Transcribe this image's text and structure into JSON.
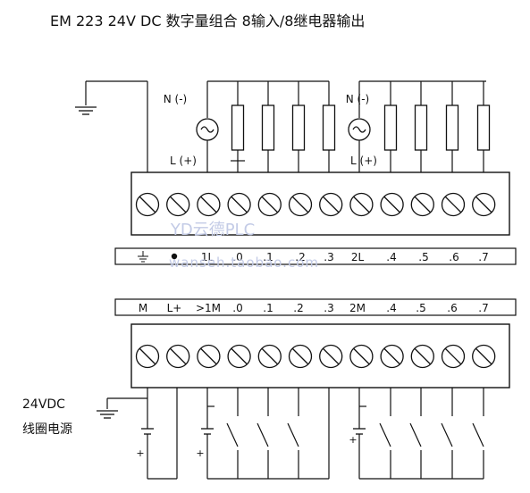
{
  "title": "EM 223 24V DC 数字量组合 8输入/8继电器输出",
  "watermark": {
    "line1": "YD云德PLC",
    "line2": "wanseh.taobao.com",
    "color": "#c3cbe6"
  },
  "output_side": {
    "supply_labels": {
      "group1": {
        "neutral": "N (-)",
        "live": "L (+)"
      },
      "group2": {
        "neutral": "N (-)",
        "live": "L (+)"
      }
    },
    "terminal_strip": [
      {
        "label": "",
        "kind": "ground"
      },
      {
        "label": "",
        "kind": "dot"
      },
      {
        "label": "1L"
      },
      {
        "label": ".0"
      },
      {
        "label": ".1"
      },
      {
        "label": ".2"
      },
      {
        "label": ".3"
      },
      {
        "label": "2L"
      },
      {
        "label": ".4"
      },
      {
        "label": ".5"
      },
      {
        "label": ".6"
      },
      {
        "label": ".7"
      }
    ]
  },
  "input_side": {
    "terminal_strip": [
      "M",
      "L+",
      ">1M",
      ".0",
      ".1",
      ".2",
      ".3",
      "2M",
      ".4",
      ".5",
      ".6",
      ".7"
    ],
    "coil_supply_label": {
      "line1": "24VDC",
      "line2": "线圈电源"
    },
    "plus_sign": "+",
    "minus_sign": "-"
  },
  "icons": {
    "ground": "ground-icon",
    "ac_source": "ac-source-icon",
    "load": "load-resistor-icon",
    "screw": "screw-terminal-icon",
    "battery": "dc-battery-icon",
    "switch": "input-switch-icon"
  }
}
